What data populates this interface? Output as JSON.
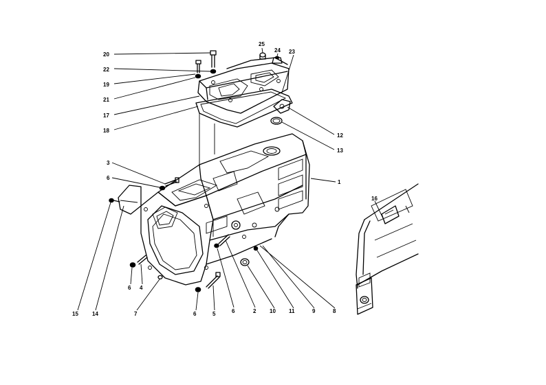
{
  "diagram": {
    "callouts": [
      {
        "id": "c1",
        "text": "1"
      },
      {
        "id": "c2",
        "text": "2"
      },
      {
        "id": "c3",
        "text": "3"
      },
      {
        "id": "c4",
        "text": "4"
      },
      {
        "id": "c5",
        "text": "5"
      },
      {
        "id": "c6a",
        "text": "6"
      },
      {
        "id": "c6b",
        "text": "6"
      },
      {
        "id": "c6c",
        "text": "6"
      },
      {
        "id": "c6d",
        "text": "6"
      },
      {
        "id": "c7",
        "text": "7"
      },
      {
        "id": "c8",
        "text": "8"
      },
      {
        "id": "c9",
        "text": "9"
      },
      {
        "id": "c10",
        "text": "10"
      },
      {
        "id": "c11",
        "text": "11"
      },
      {
        "id": "c12",
        "text": "12"
      },
      {
        "id": "c13",
        "text": "13"
      },
      {
        "id": "c14",
        "text": "14"
      },
      {
        "id": "c15",
        "text": "15"
      },
      {
        "id": "c16",
        "text": "16"
      },
      {
        "id": "c17",
        "text": "17"
      },
      {
        "id": "c18",
        "text": "18"
      },
      {
        "id": "c19",
        "text": "19"
      },
      {
        "id": "c20",
        "text": "20"
      },
      {
        "id": "c21",
        "text": "21"
      },
      {
        "id": "c22",
        "text": "22"
      },
      {
        "id": "c23",
        "text": "23"
      },
      {
        "id": "c24",
        "text": "24"
      },
      {
        "id": "c25",
        "text": "25"
      }
    ]
  }
}
